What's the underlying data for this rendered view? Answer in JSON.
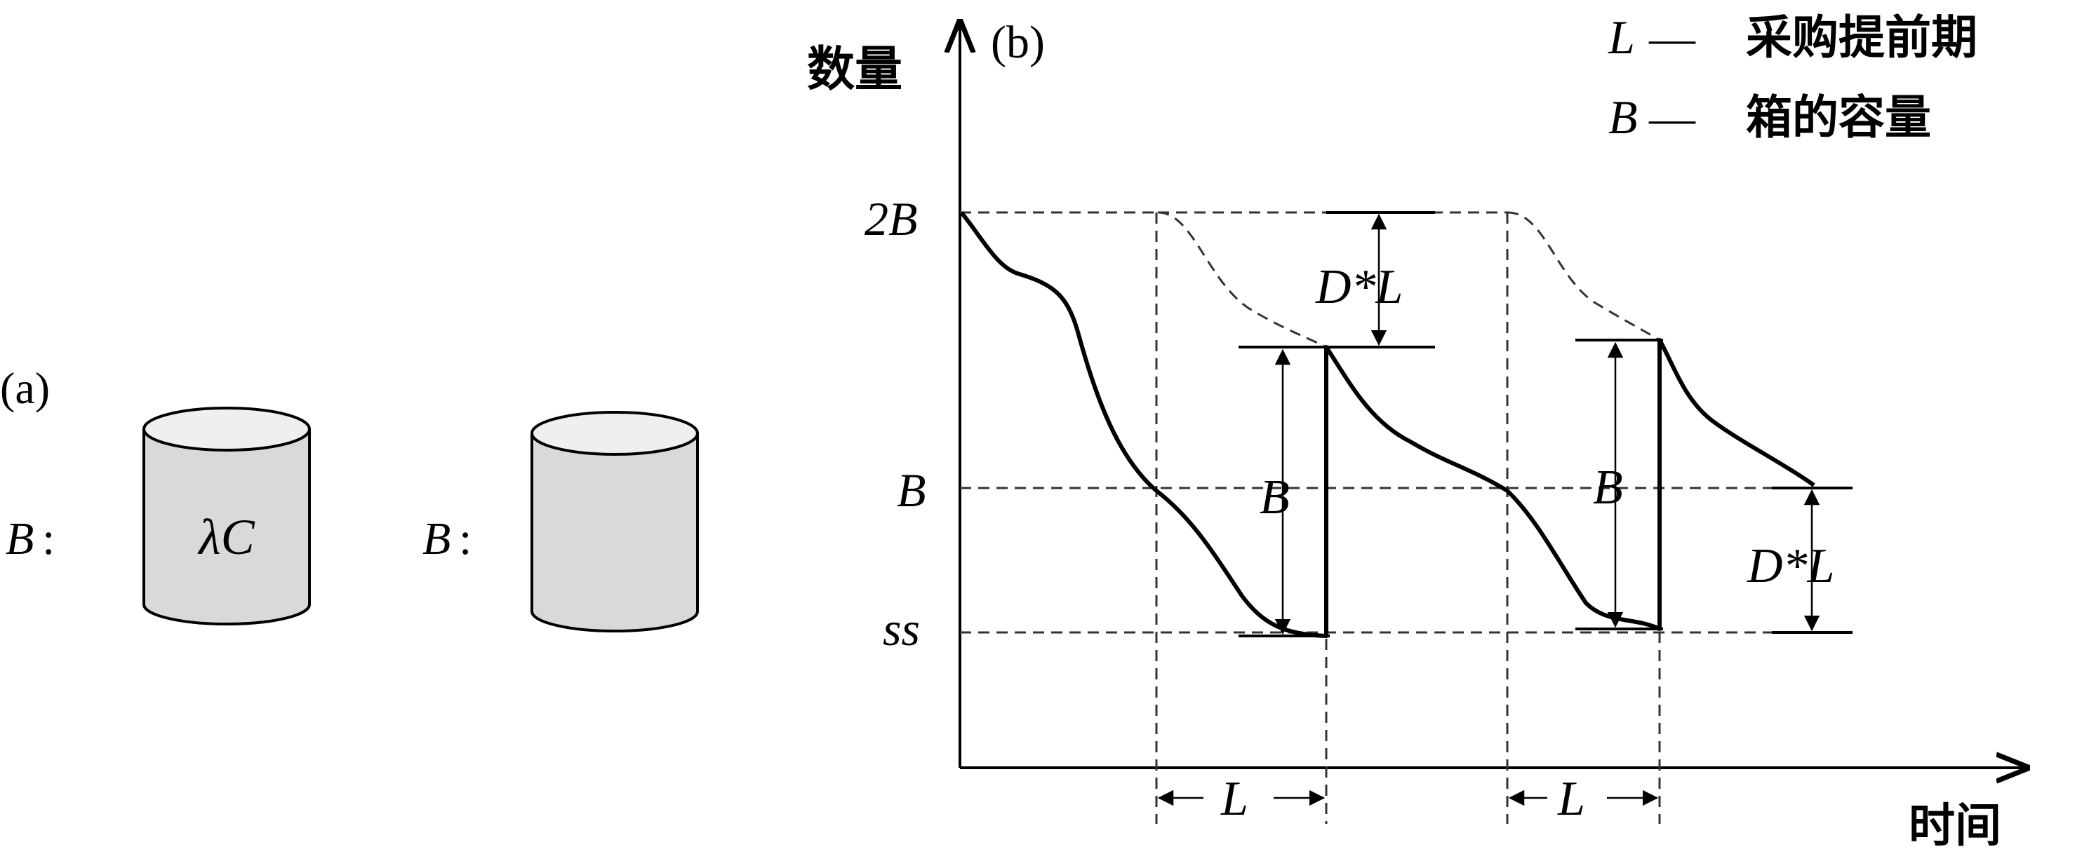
{
  "panel_a": {
    "label": "(a)",
    "bin1": {
      "prefix": "B",
      "colon": ":",
      "content": "λC"
    },
    "bin2": {
      "prefix": "B",
      "colon": ":"
    },
    "bin_fill": "#d9d9d9",
    "bin_top_fill": "#efefef"
  },
  "panel_b": {
    "label": "(b)",
    "y_axis_label": "数量",
    "x_axis_label": "时间",
    "y_ticks": [
      "2B",
      "B",
      "ss"
    ],
    "legend": [
      {
        "symbol": "L",
        "dash": "—",
        "text": "采购提前期"
      },
      {
        "symbol": "B",
        "dash": "—",
        "text": "箱的容量"
      }
    ],
    "annotations": {
      "dl_top": "D*L",
      "dl_right": "D*L",
      "b_span_1": "B",
      "b_span_2": "B",
      "l_span_1": "L",
      "l_span_2": "L"
    }
  },
  "colors": {
    "line": "#000000",
    "dashed": "#333333"
  }
}
